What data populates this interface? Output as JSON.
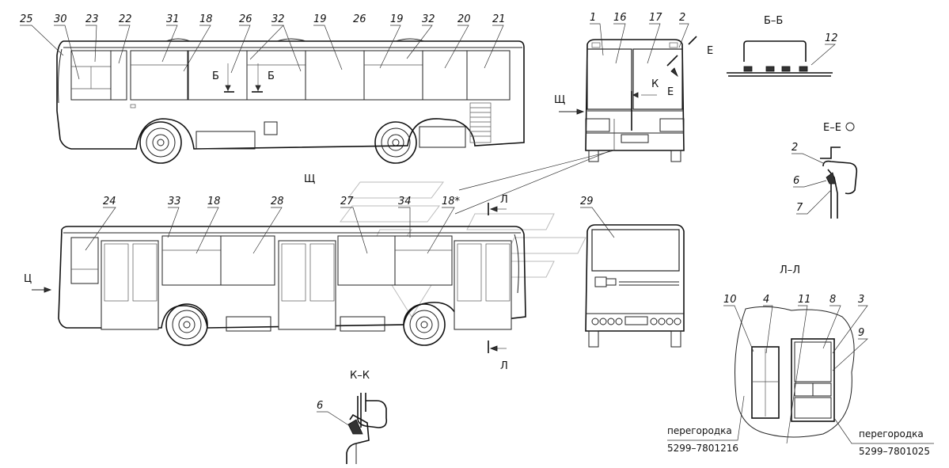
{
  "side_top_callouts": [
    "25",
    "30",
    "23",
    "22",
    "31",
    "18",
    "26",
    "32",
    "19",
    "26",
    "19",
    "32",
    "20",
    "21"
  ],
  "front_callouts": [
    "1",
    "16",
    "17",
    "2"
  ],
  "bb_section": {
    "title": "Б–Б",
    "callout": "12"
  },
  "ee_section": {
    "title": "Е–Е",
    "callouts": [
      "2",
      "6",
      "7"
    ]
  },
  "side_bottom_callouts": [
    "24",
    "33",
    "18",
    "28",
    "27",
    "34",
    "18*",
    "29"
  ],
  "kk_section": {
    "title": "К–К",
    "callout": "6"
  },
  "ll_section": {
    "title": "Л–Л",
    "callouts": [
      "10",
      "4",
      "11",
      "8",
      "3",
      "9"
    ]
  },
  "cut_letters": {
    "b": "Б",
    "e": "Е",
    "k": "К",
    "l": "Л",
    "shch": "Щ",
    "ts": "Ц"
  },
  "partition_left": {
    "label": "перегородка",
    "code": "5299–7801216"
  },
  "partition_right": {
    "label": "перегородка",
    "code": "5299–7801025"
  }
}
